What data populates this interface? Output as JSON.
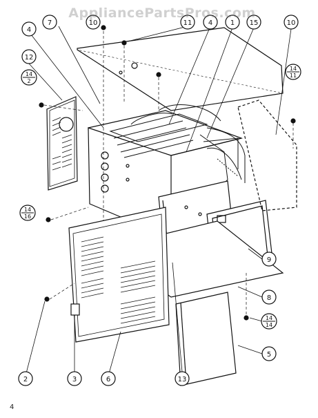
{
  "watermark": "AppliancePartsPros.com",
  "page_number": "4",
  "callouts": {
    "c7": "7",
    "c10top": "10",
    "c11": "11",
    "c4right": "4",
    "c1": "1",
    "c15": "15",
    "c10right_": "10",
    "c4left": "4",
    "c12": "12",
    "c14_2_top": "14",
    "c14_2_bot": "2",
    "c14_11_top": "14",
    "c14_11_bot": "11",
    "c14_16_top": "14",
    "c14_16_bot": "16",
    "c14_14_top": "14",
    "c14_14_bot": "14",
    "c9": "9",
    "c8": "8",
    "c5": "5",
    "c13": "13",
    "c6": "6",
    "c3": "3",
    "c2": "2"
  }
}
